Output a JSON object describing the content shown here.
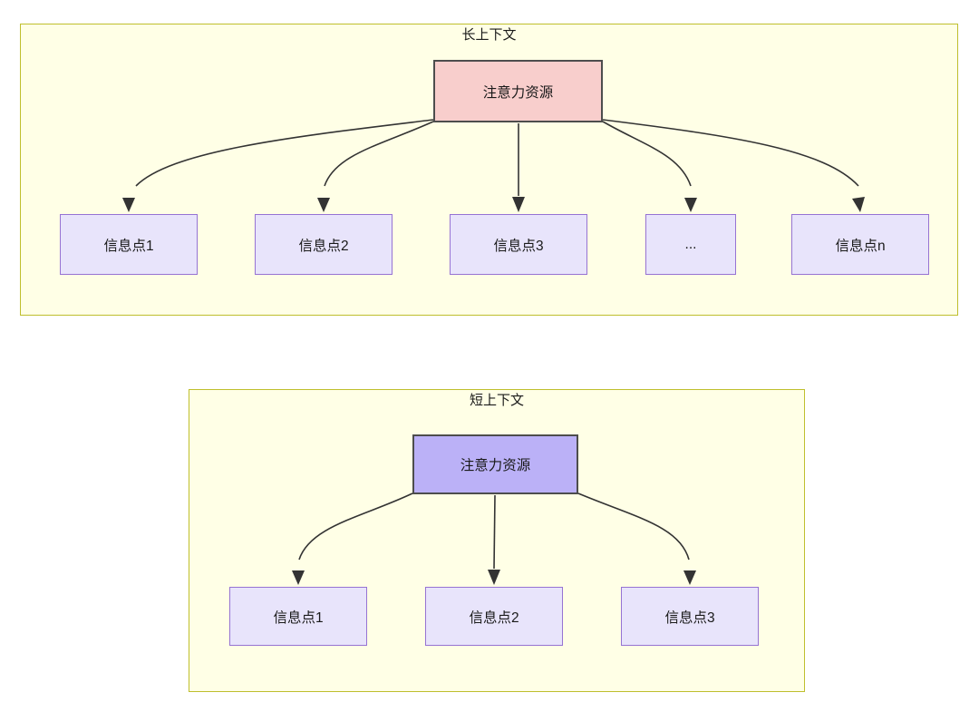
{
  "diagram": {
    "type": "flow-diagram",
    "background": "#ffffff",
    "group_fill": "#ffffe6",
    "group_stroke": "#bfbf2d",
    "groups": [
      {
        "id": "long-context",
        "title": "长上下文",
        "central": {
          "label": "注意力资源",
          "fill": "#f8cecc",
          "stroke": "#4d4d4d"
        },
        "children": [
          {
            "label": "信息点1"
          },
          {
            "label": "信息点2"
          },
          {
            "label": "信息点3"
          },
          {
            "label": "..."
          },
          {
            "label": "信息点n"
          }
        ],
        "child_fill": "#e8e4fb",
        "child_stroke": "#9673d3"
      },
      {
        "id": "short-context",
        "title": "短上下文",
        "central": {
          "label": "注意力资源",
          "fill": "#bbb1f7",
          "stroke": "#4d4d4d"
        },
        "children": [
          {
            "label": "信息点1"
          },
          {
            "label": "信息点2"
          },
          {
            "label": "信息点3"
          }
        ],
        "child_fill": "#e8e4fb",
        "child_stroke": "#9673d3"
      }
    ]
  }
}
